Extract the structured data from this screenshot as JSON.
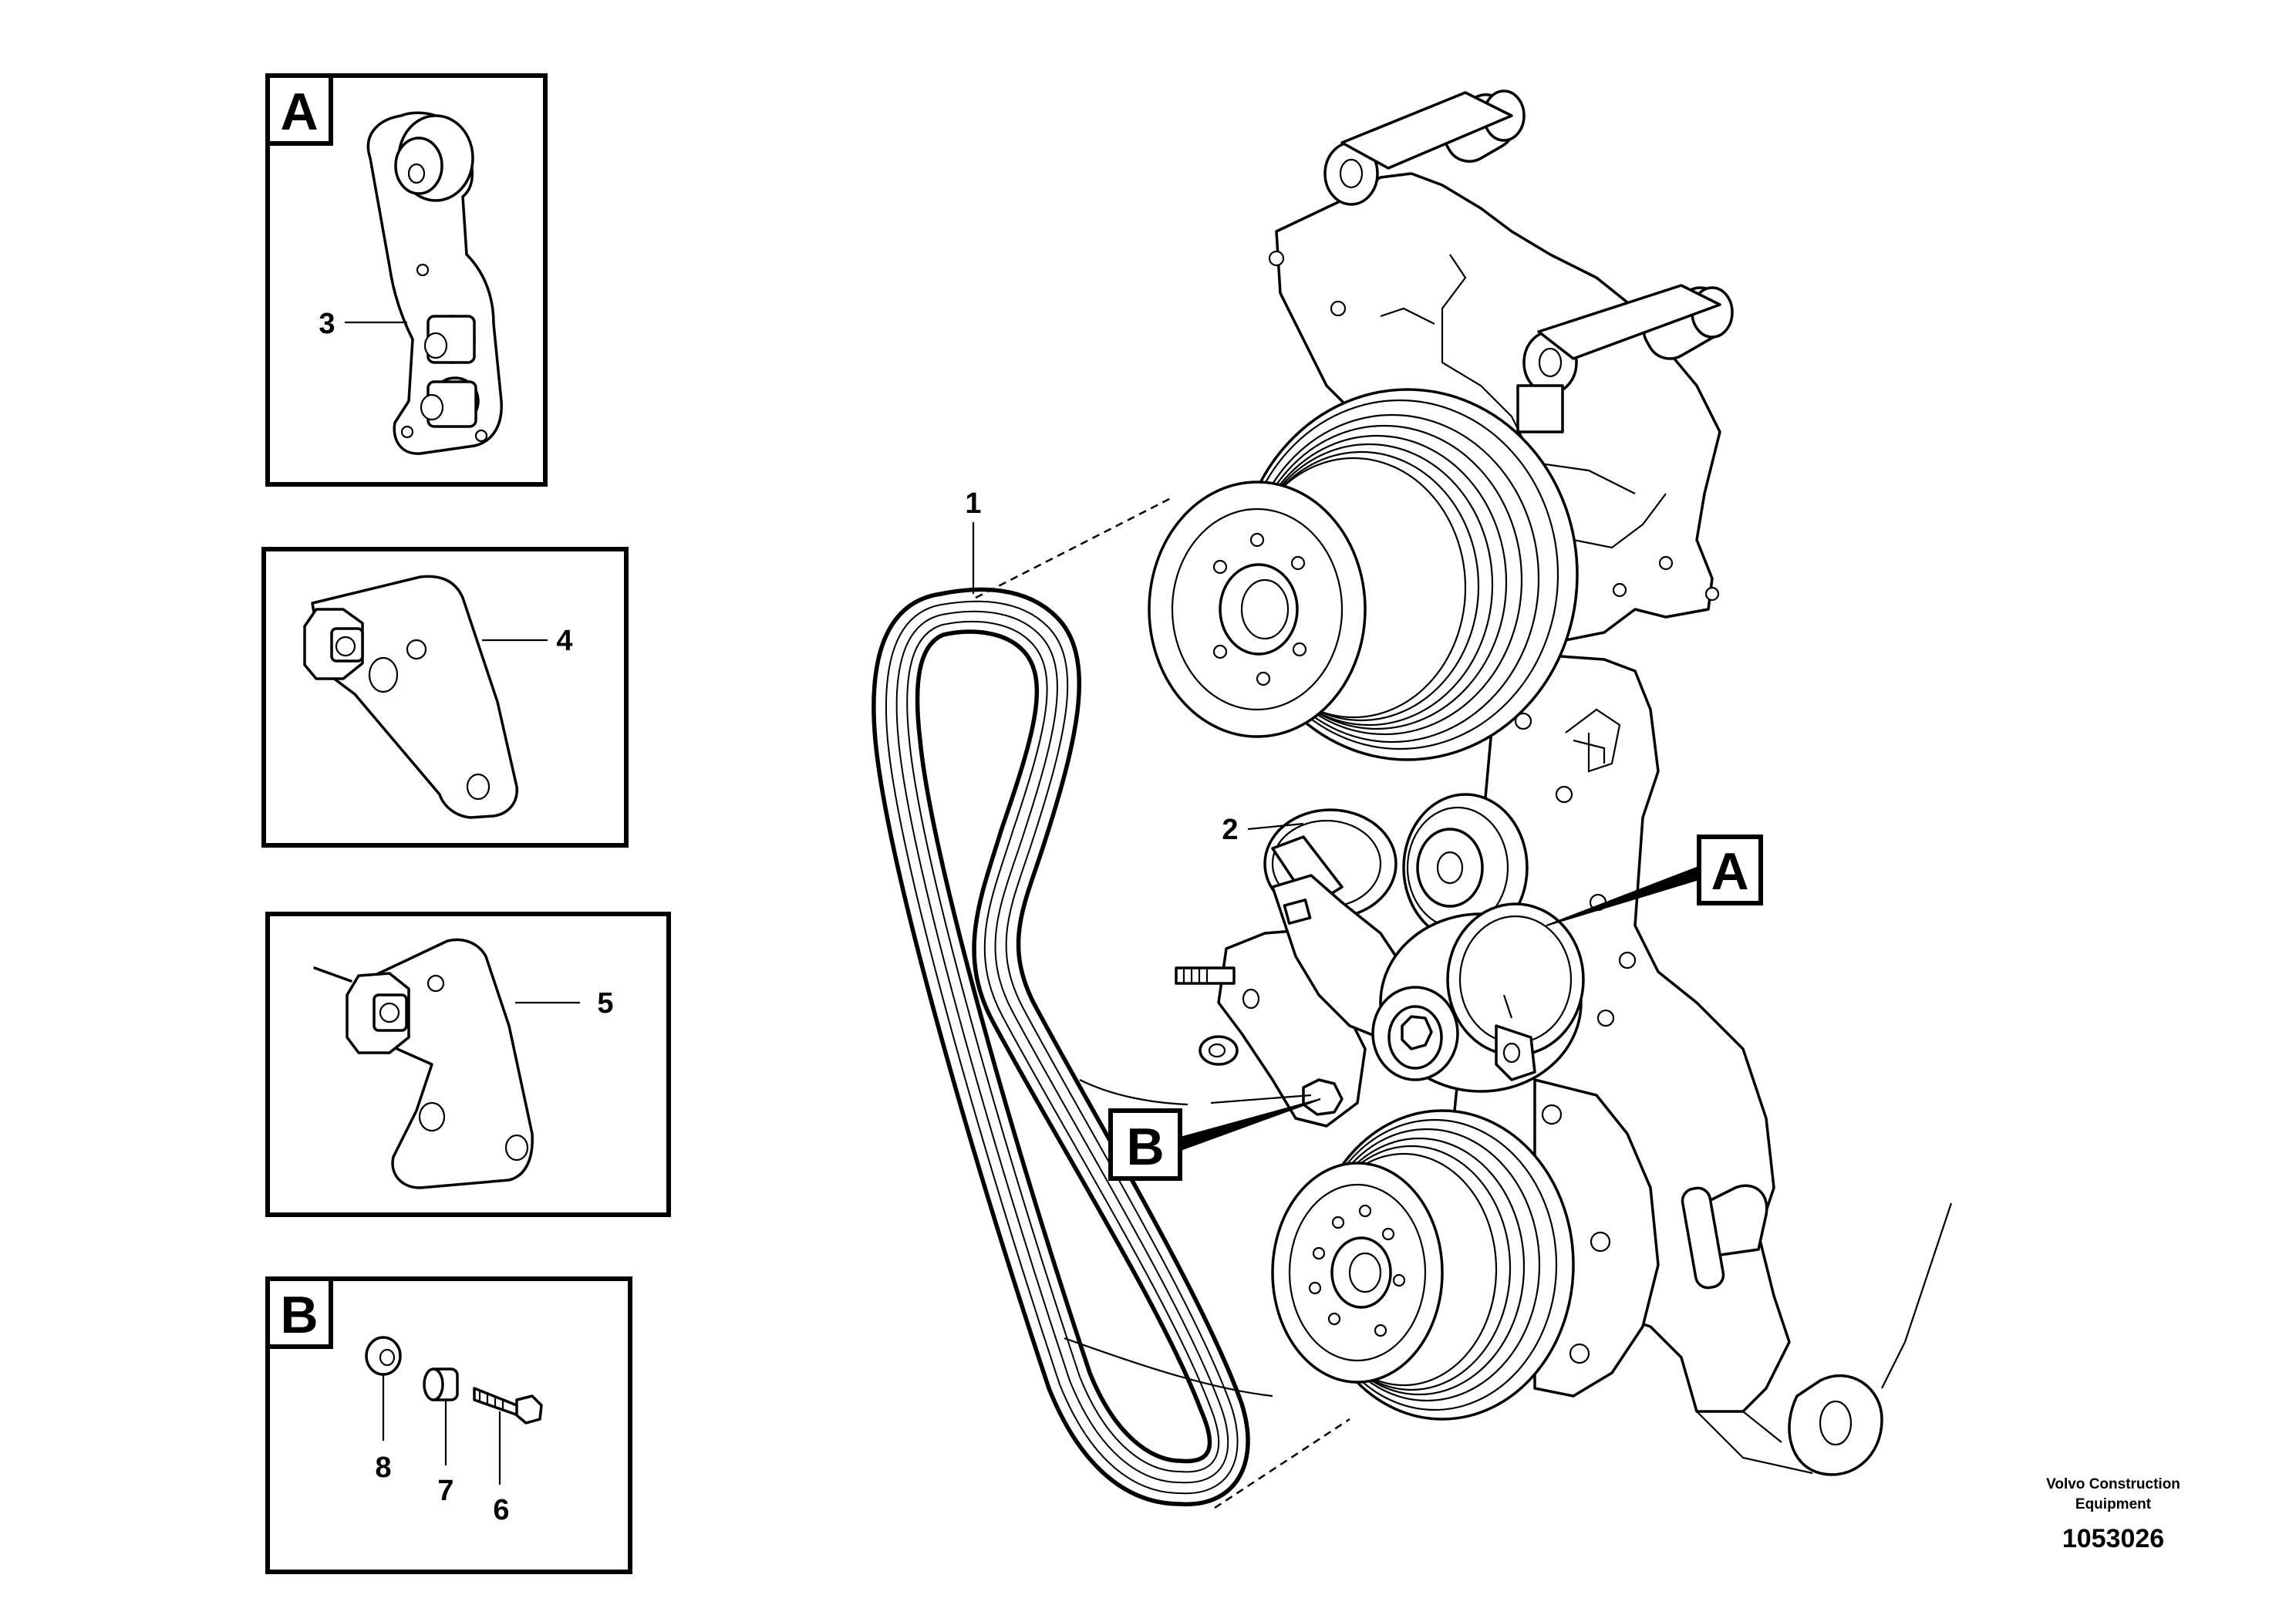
{
  "detail_boxes": {
    "A": {
      "letter": "A",
      "callouts": [
        "3"
      ]
    },
    "panel_4": {
      "callouts": [
        "4"
      ]
    },
    "panel_5": {
      "callouts": [
        "5"
      ]
    },
    "B": {
      "letter": "B",
      "callouts": [
        "8",
        "7",
        "6"
      ]
    }
  },
  "main_view": {
    "callouts": [
      "1",
      "2"
    ],
    "flags": [
      "A",
      "B"
    ]
  },
  "footer": {
    "credit_line1": "Volvo Construction",
    "credit_line2": "Equipment",
    "document_number": "1053026"
  }
}
